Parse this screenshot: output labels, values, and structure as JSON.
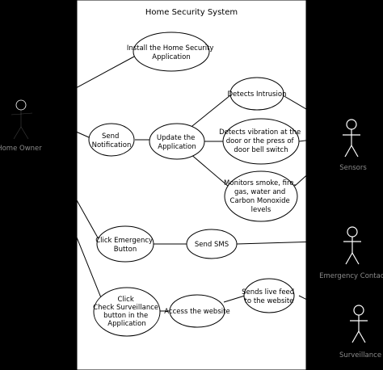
{
  "system": {
    "title": "Home Security System"
  },
  "actors": {
    "home_owner": "Home Owner",
    "sensors": "Sensors",
    "emergency_contact": "Emergency Contact",
    "surveillance": "Surveillance"
  },
  "use_cases": {
    "install_app": [
      "Install the Home Security",
      "Application"
    ],
    "send_notification": [
      "Send",
      "Notification"
    ],
    "update_app": [
      "Update the",
      "Application"
    ],
    "detects_intrusion": [
      "Detects Intrusion"
    ],
    "detects_vibration": [
      "Detects vibration at the",
      "door or the press of",
      "door bell switch"
    ],
    "monitors_smoke": [
      "Monitors smoke, fire,",
      "gas, water and",
      "Carbon Monoxide",
      "levels"
    ],
    "click_emergency": [
      "Click Emergency",
      "Button"
    ],
    "send_sms": [
      "Send SMS"
    ],
    "click_surveillance": [
      "Click",
      "Check Surveillance",
      "button in the",
      "Application"
    ],
    "access_website": [
      "Access the website"
    ],
    "sends_live_feed": [
      "Sends live feed",
      "to the website"
    ]
  },
  "colors": {
    "background": "#000000",
    "system_box": "#ffffff",
    "stroke": "#000000",
    "actor_on_dark": "#ffffff",
    "actor_label": "#8a8a8a"
  }
}
